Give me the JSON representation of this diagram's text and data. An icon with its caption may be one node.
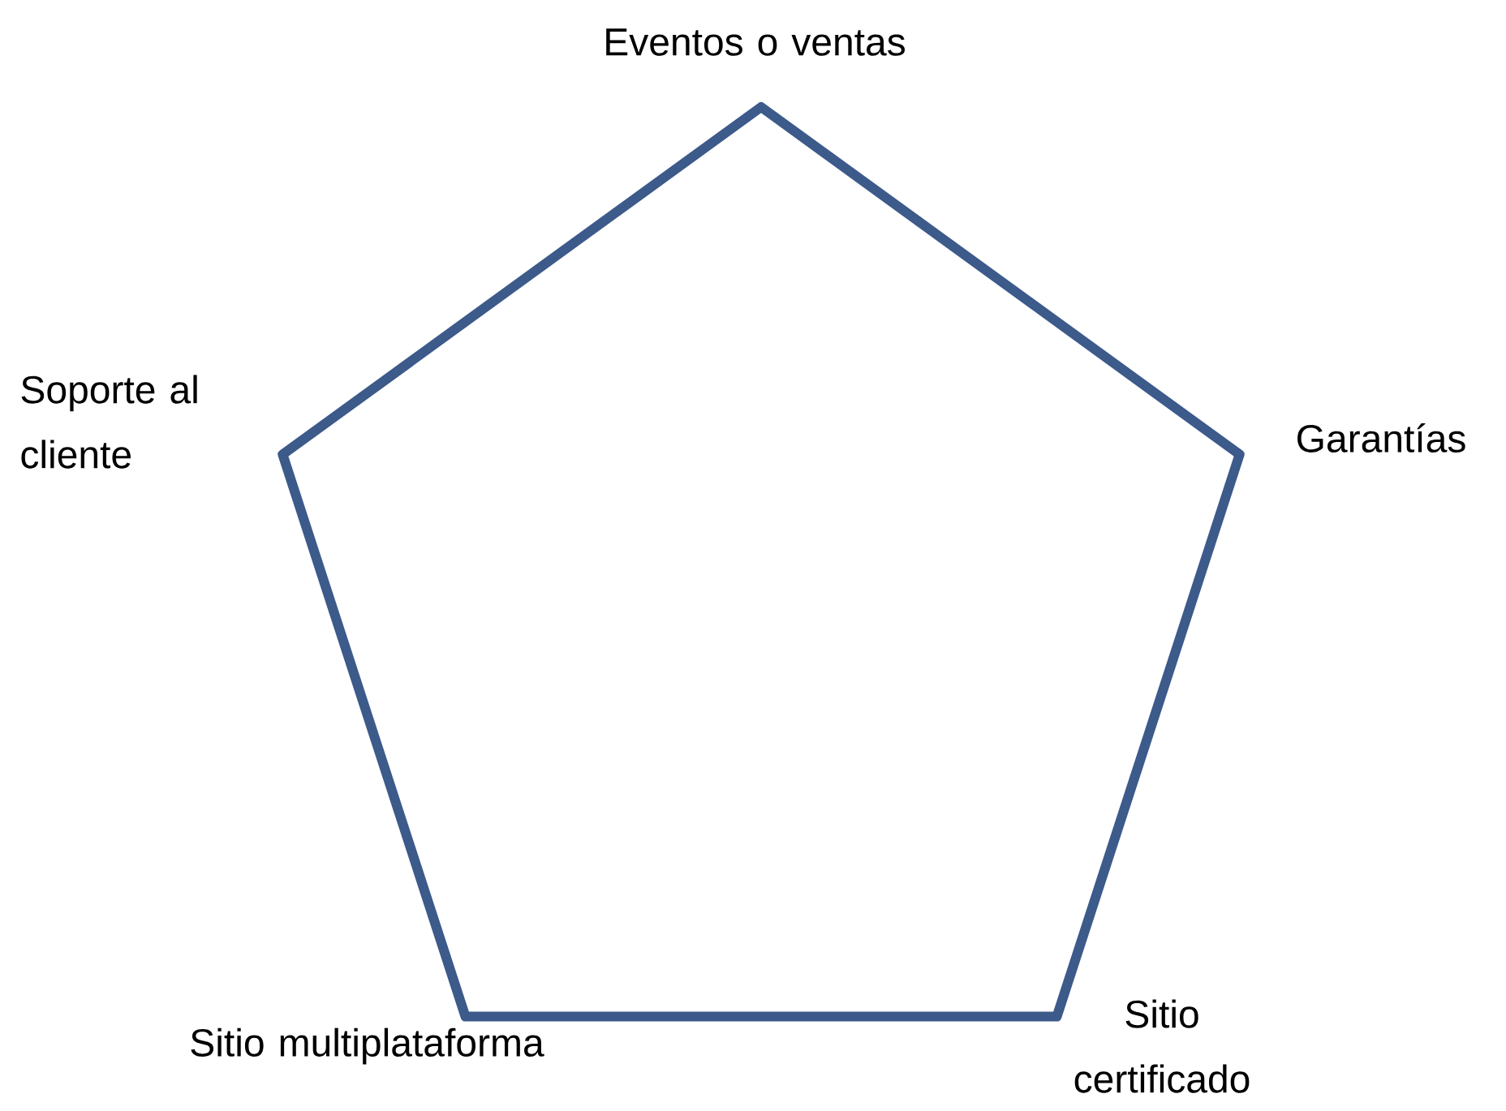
{
  "diagram": {
    "nodes": [
      {
        "text": [],
        "shape": "pentagon",
        "beside": [
          "Eventos o ventas",
          "Garantías",
          "Sitio certificado",
          "Sitio multiplataforma",
          "Soporte al cliente"
        ]
      }
    ]
  }
}
